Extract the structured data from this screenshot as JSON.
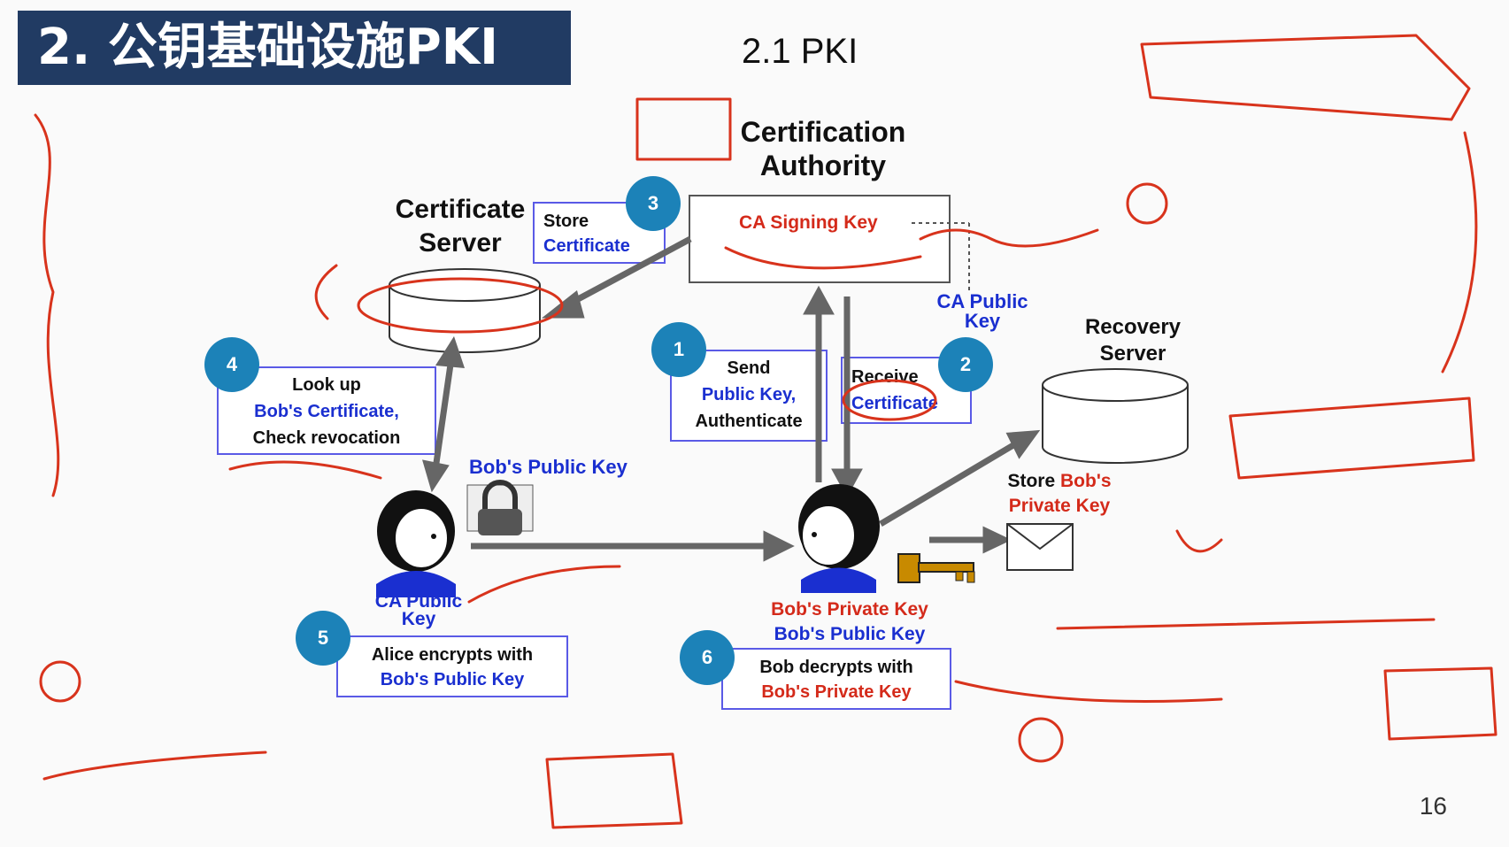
{
  "title": "2. 公钥基础设施PKI",
  "subtitle": "2.1 PKI",
  "ca": {
    "line1": "Certification",
    "line2": "Authority",
    "signing_key": "CA Signing Key",
    "public_key_line1": "CA Public",
    "public_key_line2": "Key"
  },
  "cert_server": {
    "line1": "Certificate",
    "line2": "Server"
  },
  "recovery_server": {
    "line1": "Recovery",
    "line2": "Server"
  },
  "steps": [
    {
      "num": "1",
      "lines": [
        "Send",
        "Public Key,",
        "Authenticate"
      ]
    },
    {
      "num": "2",
      "lines": [
        "Receive",
        "Certificate"
      ]
    },
    {
      "num": "3",
      "lines": [
        "Store",
        "Certificate"
      ]
    },
    {
      "num": "4",
      "lines": [
        "Look up",
        "Bob's Certificate,",
        "Check revocation"
      ]
    },
    {
      "num": "5",
      "lines": [
        "Alice encrypts with",
        "Bob's Public Key"
      ]
    },
    {
      "num": "6",
      "lines": [
        "Bob decrypts with",
        "Bob's Private Key"
      ]
    }
  ],
  "labels": {
    "bob_public_key": "Bob's Public Key",
    "store": "Store",
    "bobs": "Bob's",
    "private_key": "Private Key",
    "ca_public_key_line1": "CA Public",
    "ca_public_key_line2": "Key",
    "bob_priv": "Bob's Private Key",
    "bob_pub": "Bob's Public Key"
  },
  "page_number": "16",
  "colors": {
    "title_bg": "#213b63",
    "badge": "#1c82b8",
    "ink": "#d8331c",
    "blue_text": "#1a2fd0"
  }
}
